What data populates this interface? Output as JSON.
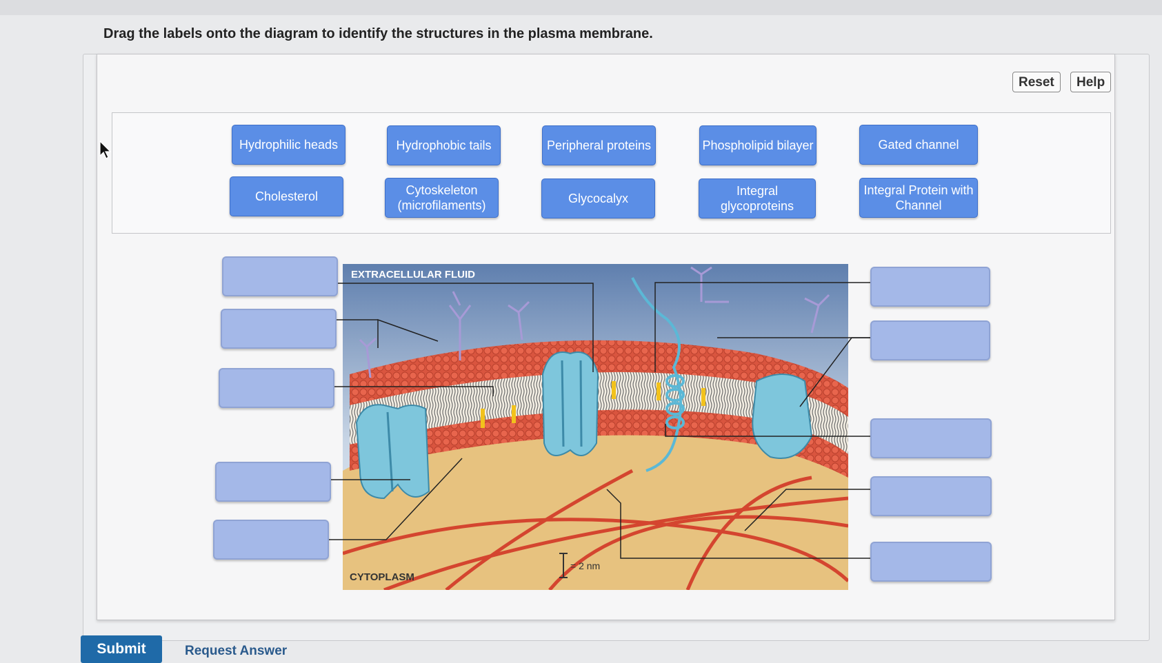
{
  "instruction": "Drag the labels onto the diagram to identify the structures in the plasma membrane.",
  "toolbar": {
    "reset_label": "Reset",
    "help_label": "Help"
  },
  "labels": [
    "Hydrophilic heads",
    "Hydrophobic tails",
    "Peripheral proteins",
    "Phospholipid bilayer",
    "Gated channel",
    "Cholesterol",
    "Cytoskeleton (microfilaments)",
    "Glycocalyx",
    "Integral glycoproteins",
    "Integral Protein with Channel"
  ],
  "diagram": {
    "top_label": "EXTRACELLULAR FLUID",
    "bottom_label": "CYTOPLASM",
    "scale_label": "= 2 nm"
  },
  "footer": {
    "submit_label": "Submit",
    "request_label": "Request Answer"
  },
  "colors": {
    "chip": "#5b8ee6",
    "drop": "#a4b8e8",
    "submit": "#1f6aa8"
  }
}
